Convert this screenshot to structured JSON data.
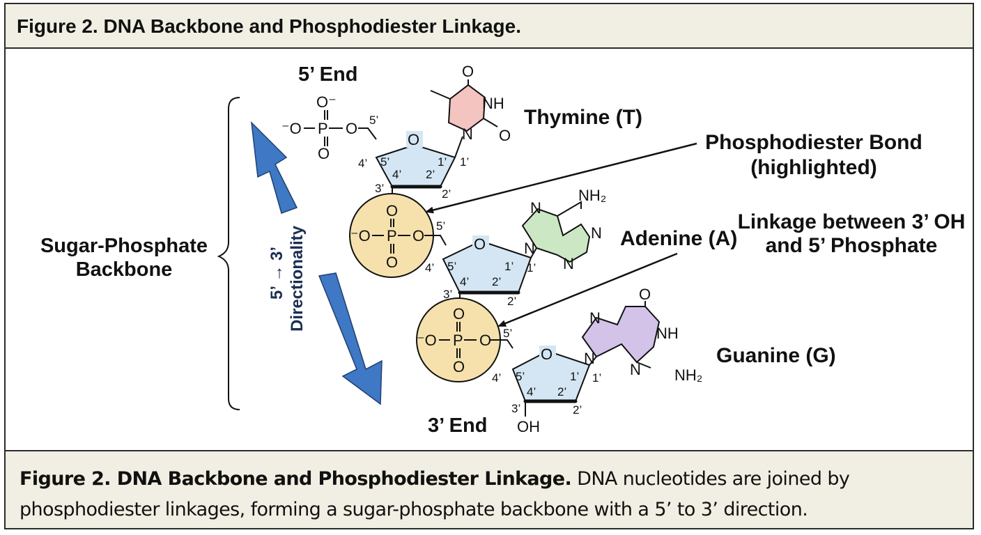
{
  "title": "Figure 2. DNA Backbone and Phosphodiester Linkage.",
  "caption": {
    "bold": "Figure 2. DNA Backbone and Phosphodiester Linkage.",
    "text": " DNA nucleotides are joined by phosphodiester linkages, forming a sugar-phosphate backbone with a 5’ to 3’ direction."
  },
  "labels": {
    "five_prime_end": "5’ End",
    "three_prime_end": "3’ End",
    "backbone_line1": "Sugar-Phosphate",
    "backbone_line2": "Backbone",
    "directionality_arrow": "5’ → 3’",
    "directionality_word": "Directionality",
    "thymine": "Thymine (T)",
    "adenine": "Adenine (A)",
    "guanine": "Guanine (G)",
    "bond_line1": "Phosphodiester Bond",
    "bond_line2": "(highlighted)",
    "linkage_line1": "Linkage between 3’ OH",
    "linkage_line2": "and 5’ Phosphate"
  },
  "atoms": {
    "O": "O",
    "O_minus": "O⁻",
    "minus_O": "⁻O",
    "P": "P",
    "NH": "NH",
    "N": "N",
    "NH2": "NH₂",
    "OH": "OH"
  },
  "positions": {
    "p1": "1’",
    "p2": "2’",
    "p3": "3’",
    "p4": "4’",
    "p5": "5’"
  },
  "colors": {
    "sugar_fill": "#d4e6f3",
    "phosphate_fill": "#f6e1ad",
    "thymine_fill": "#f3c4c0",
    "adenine_fill": "#cbe7c4",
    "guanine_fill": "#d3c3e9",
    "arrow_blue": "#3f78c4",
    "panel_bg": "#f1efe3"
  }
}
